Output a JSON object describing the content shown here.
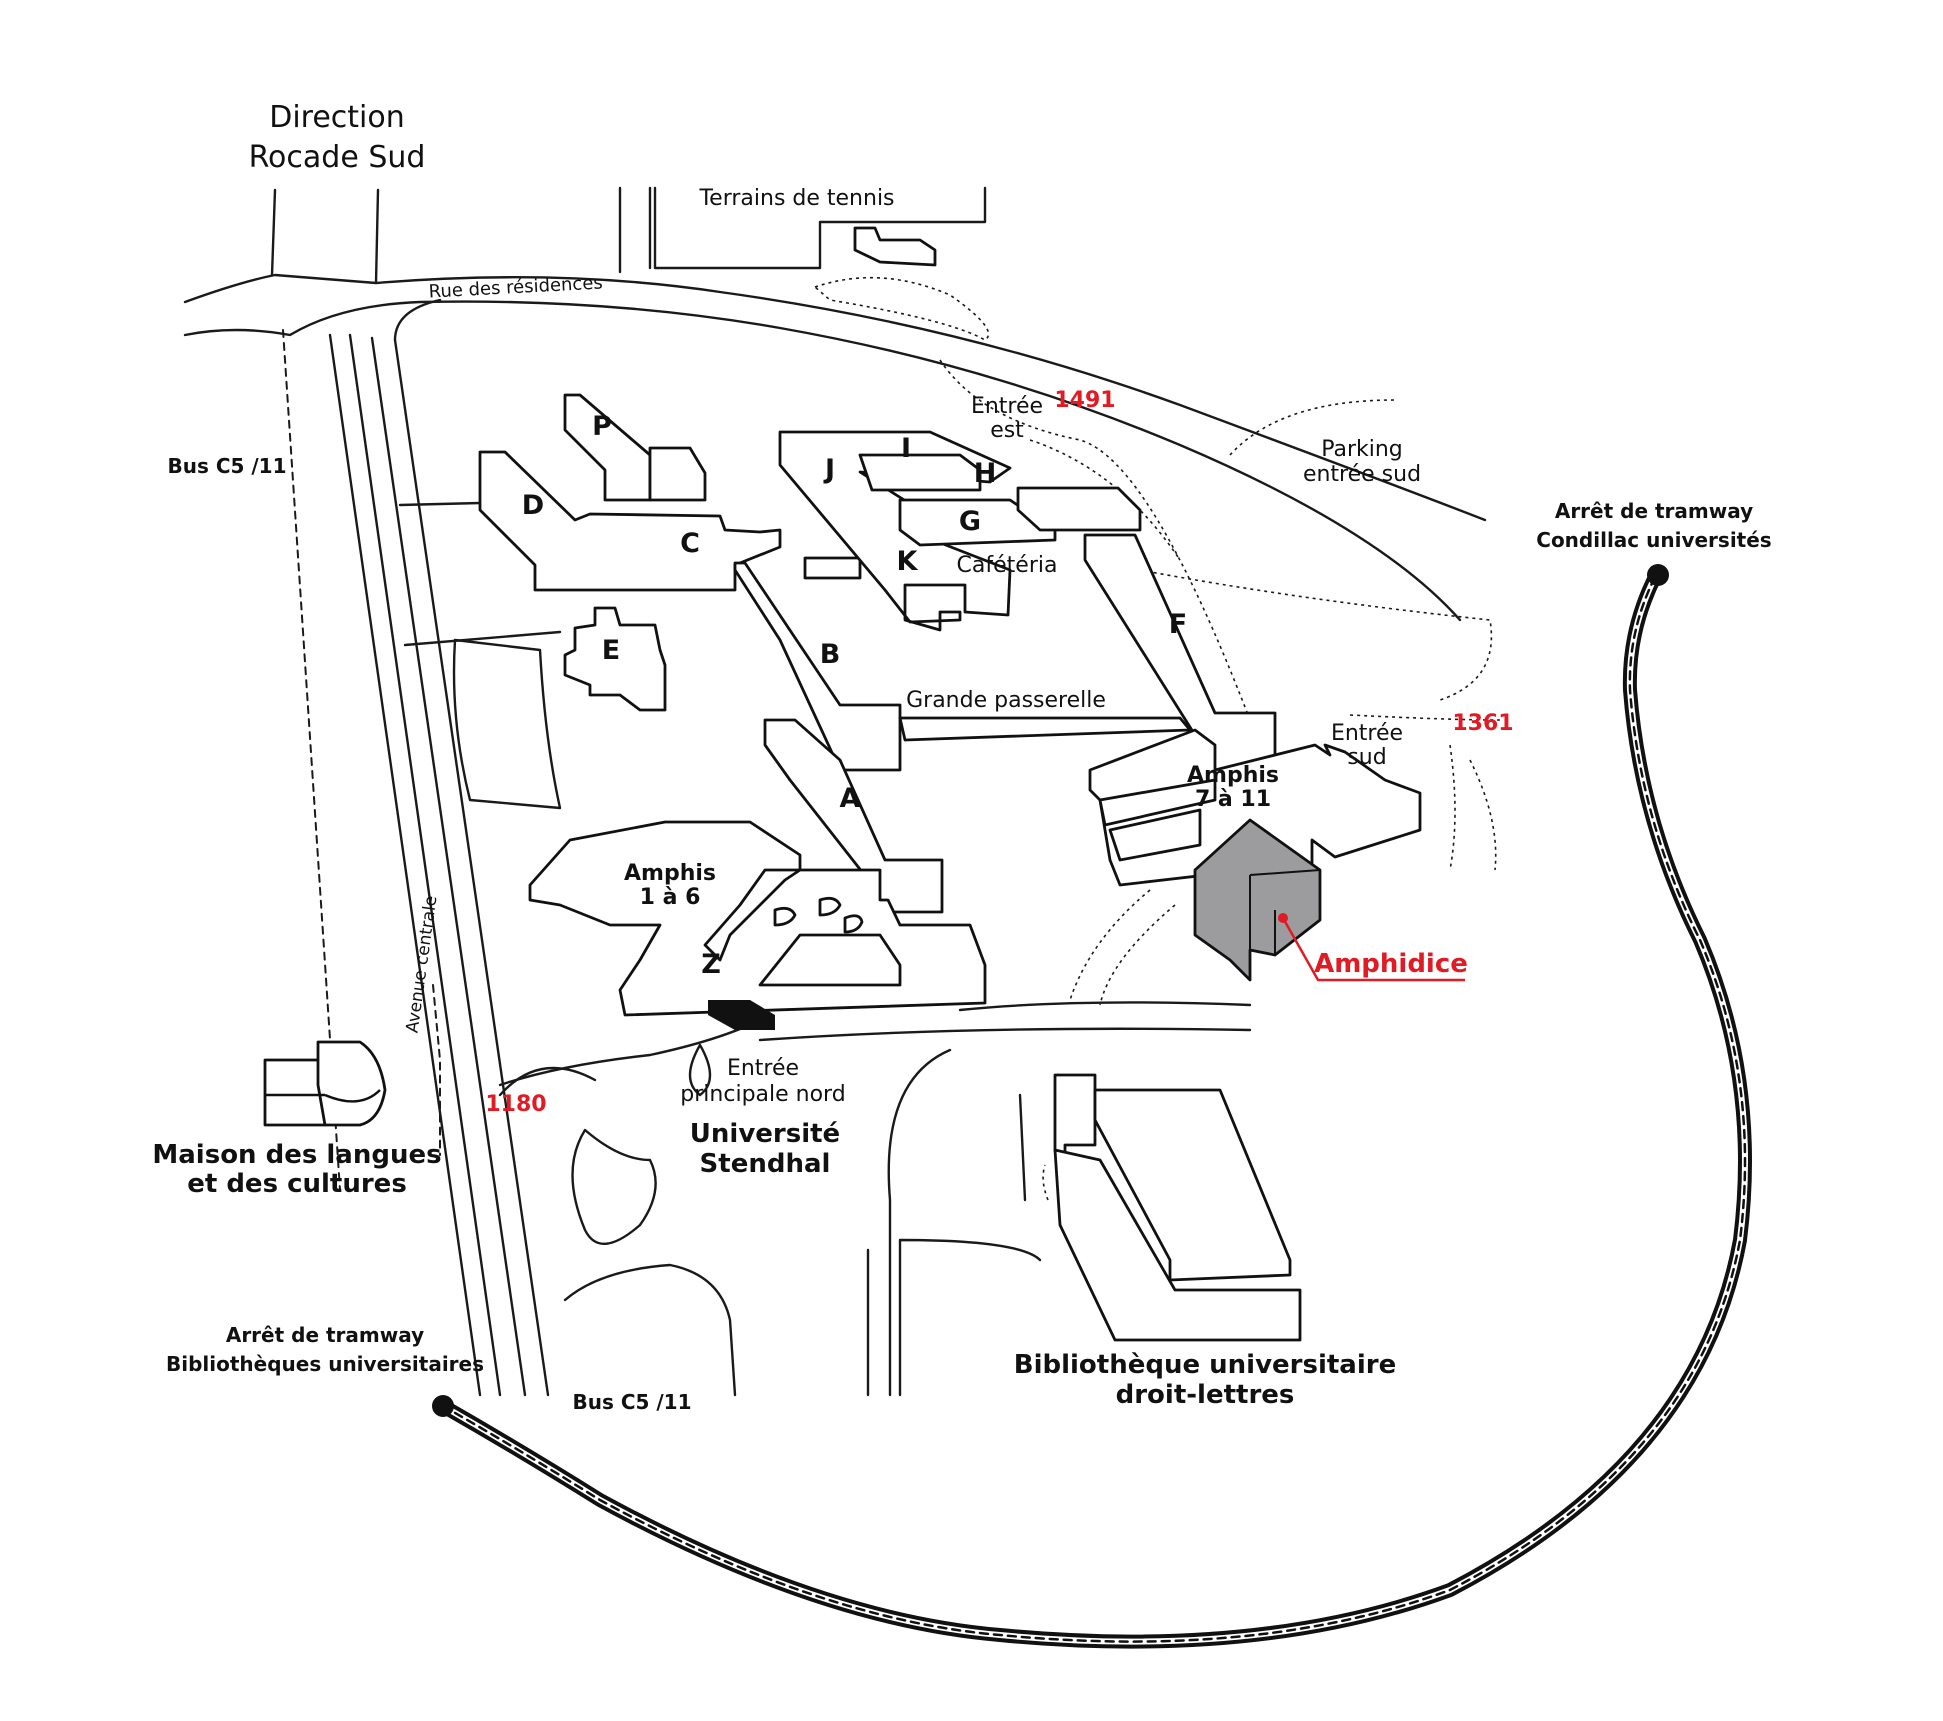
{
  "title_direction": [
    "Direction",
    "Rocade Sud"
  ],
  "streets": {
    "tennis": "Terrains de tennis",
    "rue": "Rue des résidences",
    "avenue": "Avenue centrale",
    "passerelle": "Grande passerelle"
  },
  "buildings": {
    "P": "P",
    "D": "D",
    "C": "C",
    "E": "E",
    "B": "B",
    "A": "A",
    "J": "J",
    "I": "I",
    "H": "H",
    "G": "G",
    "K": "K",
    "F": "F",
    "Z": "Z",
    "cafeteria": "Cafétéria",
    "amphis_16": [
      "Amphis",
      "1 à 6"
    ],
    "amphis_711": [
      "Amphis",
      "7 à 11"
    ]
  },
  "entrances": {
    "est": [
      "Entrée",
      "est"
    ],
    "sud": [
      "Entrée",
      "sud"
    ],
    "nord": [
      "Entrée",
      "principale nord"
    ]
  },
  "parking": [
    "Parking",
    "entrée sud"
  ],
  "codes": {
    "c1491": "1491",
    "c1361": "1361",
    "c1180": "1180"
  },
  "transit": {
    "bus_left": "Bus C5 /11",
    "bus_bottom": "Bus C5 /11",
    "tram_right": [
      "Arrêt de tramway",
      "Condillac universités"
    ],
    "tram_left": [
      "Arrêt de tramway",
      "Bibliothèques universitaires"
    ]
  },
  "places": {
    "stendhal": [
      "Université",
      "Stendhal"
    ],
    "maison": [
      "Maison des langues",
      "et des cultures"
    ],
    "bibliotheque": [
      "Bibliothèque universitaire",
      "droit-lettres"
    ],
    "amphidice": "Amphidice"
  },
  "colors": {
    "highlight": "#e01b24",
    "target_building": "#9c9c9f",
    "ink": "#111111"
  }
}
